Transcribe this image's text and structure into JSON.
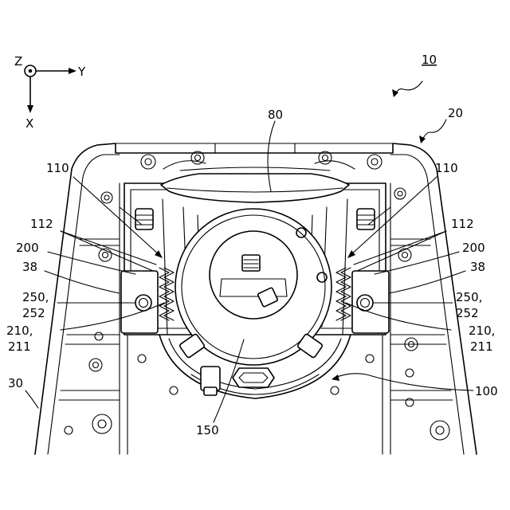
{
  "axes": {
    "z": "Z",
    "y": "Y",
    "x": "X"
  },
  "labels": {
    "ref_10": "10",
    "ref_20": "20",
    "ref_30": "30",
    "ref_38_left": "38",
    "ref_38_right": "38",
    "ref_80": "80",
    "ref_100": "100",
    "ref_110_left": "110",
    "ref_110_right": "110",
    "ref_112_left": "112",
    "ref_112_right": "112",
    "ref_150": "150",
    "ref_200_left": "200",
    "ref_200_right": "200",
    "ref_250_left": "250,",
    "ref_252_left": "252",
    "ref_250_right": "250,",
    "ref_252_right": "252",
    "ref_210_left": "210,",
    "ref_211_left": "211",
    "ref_210_right": "210,",
    "ref_211_right": "211"
  }
}
